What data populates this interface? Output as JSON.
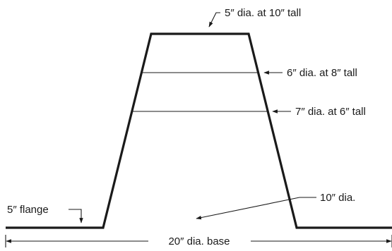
{
  "labels": {
    "top_diameter": "5″ dia. at 10″ tall",
    "mid_upper_diameter": "6″ dia. at 8″ tall",
    "mid_lower_diameter": "7″ dia. at 6″ tall",
    "bottom_diameter": "10″ dia.",
    "flange": "5″ flange",
    "base": "20″ dia. base"
  },
  "colors": {
    "line": "#1a1a1a",
    "background": "#ffffff"
  }
}
